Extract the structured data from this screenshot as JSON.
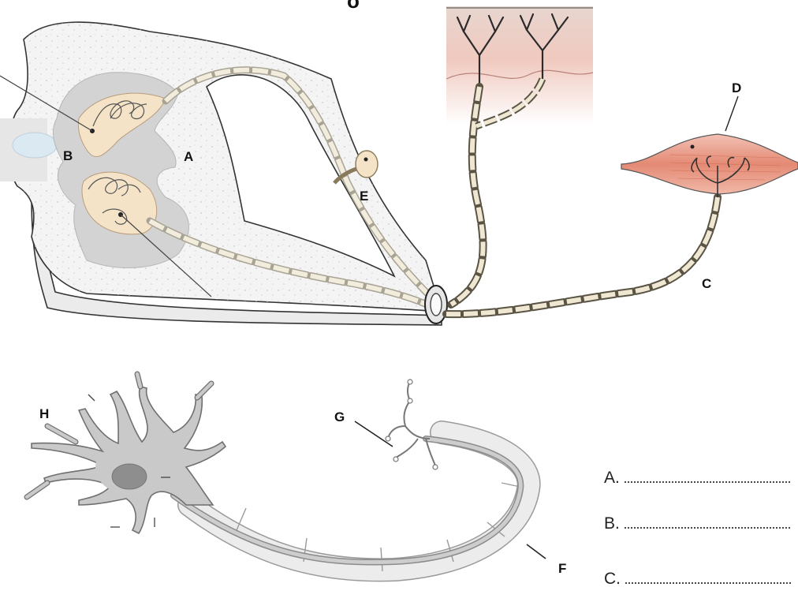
{
  "title_fragment": "o",
  "labels": {
    "A": "A",
    "B": "B",
    "C": "C",
    "D": "D",
    "E": "E",
    "F": "F",
    "G": "G",
    "H": "H"
  },
  "answers": [
    {
      "letter": "A."
    },
    {
      "letter": "B."
    },
    {
      "letter": "C."
    }
  ],
  "colors": {
    "grey_matter": "#d6d6d6",
    "cell_body": "#f5e3c8",
    "muscle": "#e79a86",
    "skin": "#f1cdc4",
    "neuron_fill": "#c7c7c7",
    "myelin": "#e9e9e9"
  }
}
